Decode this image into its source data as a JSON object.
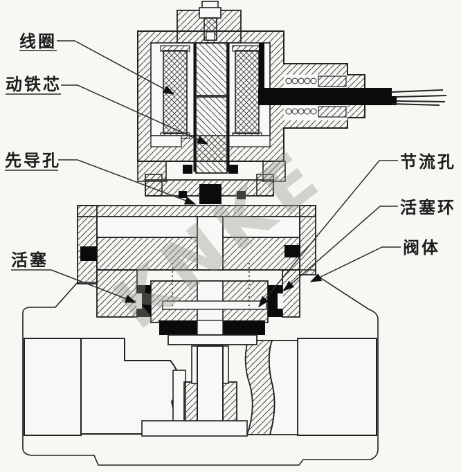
{
  "diagram": {
    "type": "solenoid-valve-cross-section",
    "watermark": "KNKE",
    "labels": {
      "coil": "线圈",
      "moving_core": "动铁芯",
      "pilot_hole": "先导孔",
      "piston": "活塞",
      "throttle_hole": "节流孔",
      "piston_ring": "活塞环",
      "valve_body": "阀体"
    },
    "colors": {
      "background": "#f8f7f4",
      "line": "#222222",
      "hatch": "#4a4a4a",
      "seal_black": "#0b0b0b",
      "watermark_gray": "#96968f"
    }
  }
}
